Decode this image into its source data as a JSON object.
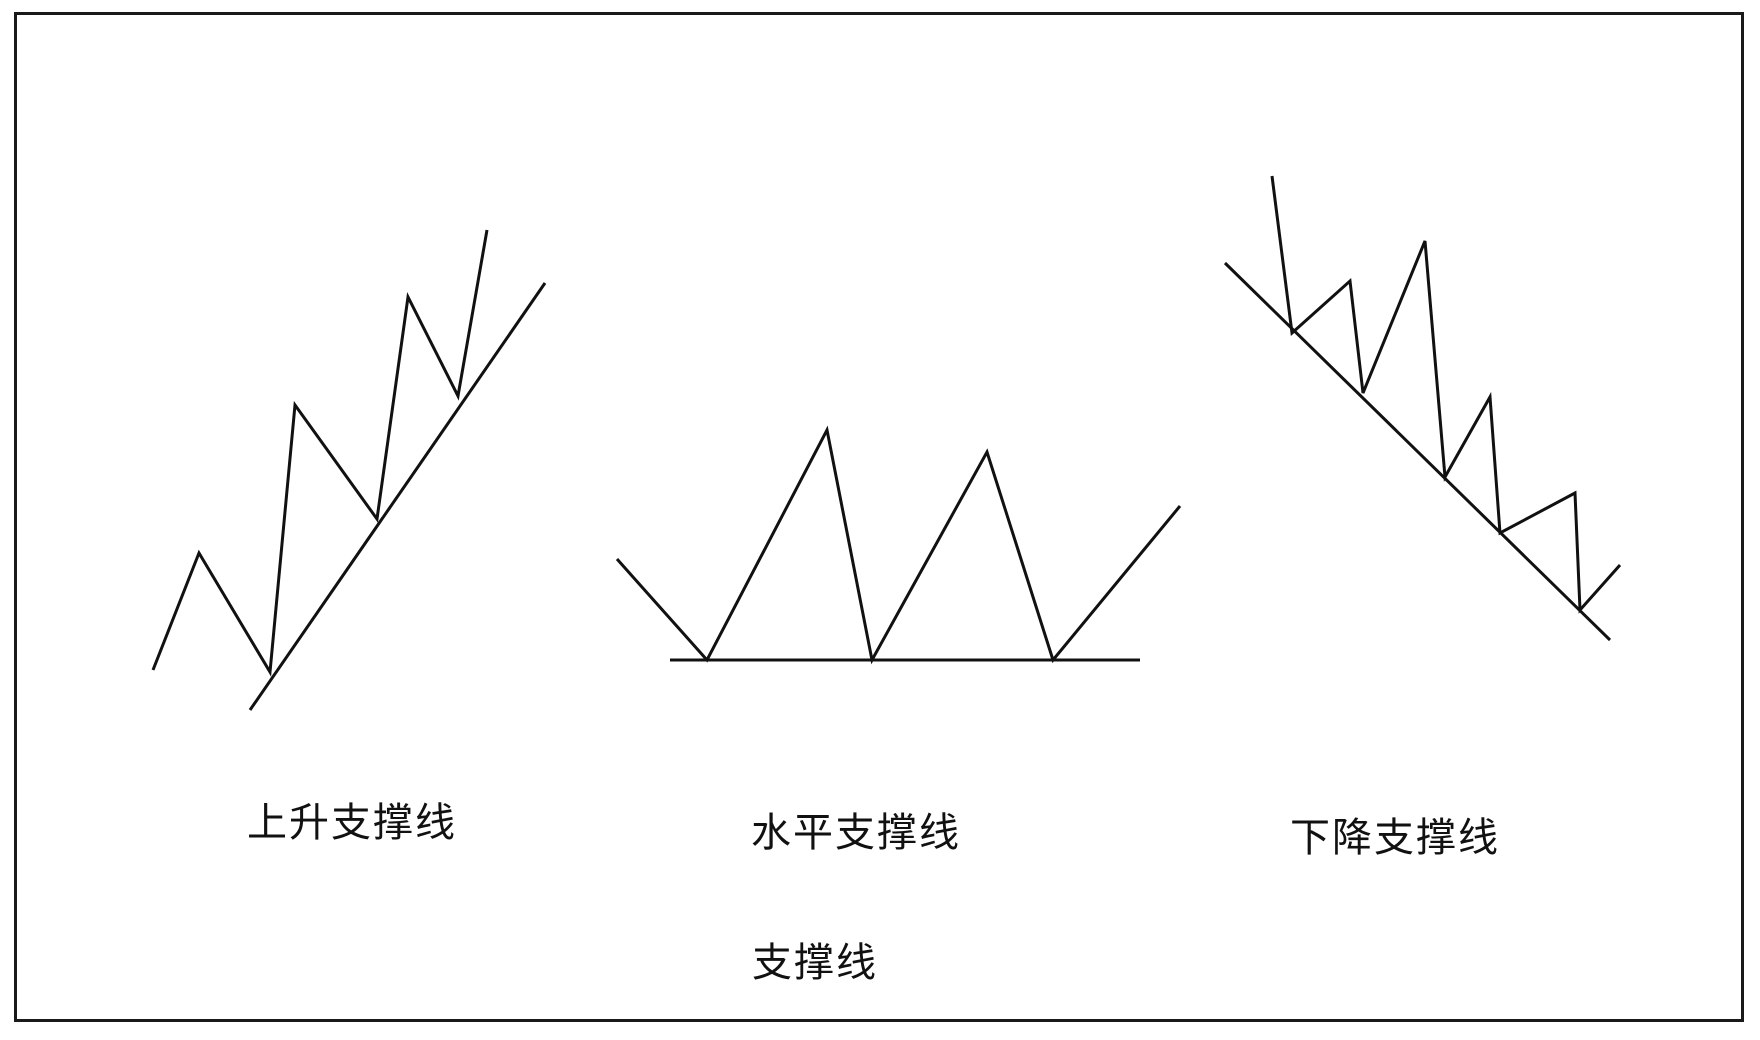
{
  "labels": {
    "rising": "上升支撑线",
    "horizontal": "水平支撑线",
    "falling": "下降支撑线"
  },
  "caption": "支撑线",
  "colors": {
    "line": "#111111",
    "background": "#ffffff"
  }
}
